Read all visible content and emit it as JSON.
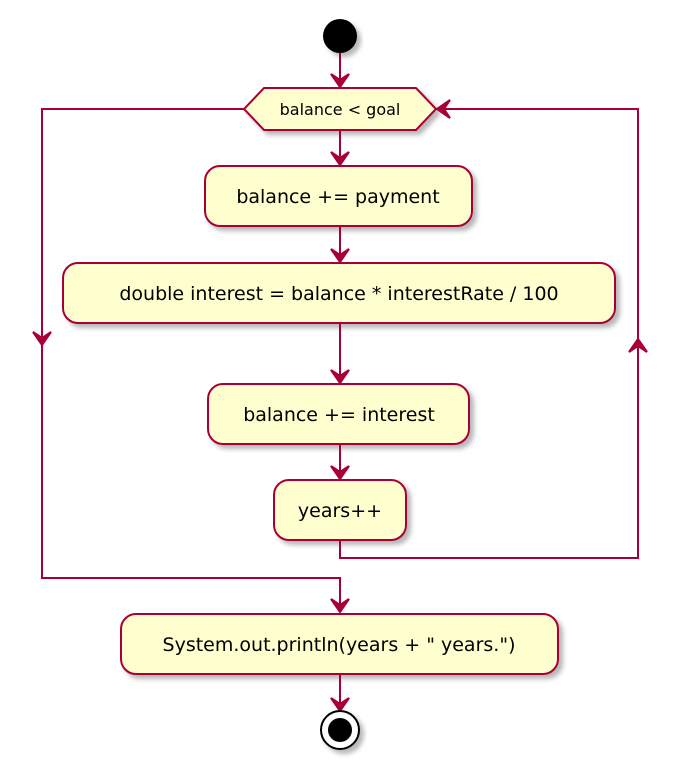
{
  "diagram": {
    "loop_condition": "balance < goal",
    "actions": {
      "add_payment": "balance += payment",
      "compute_interest": "double interest = balance * interestRate / 100",
      "add_interest": "balance += interest",
      "increment_years": "years++",
      "print_result": "System.out.println(years + \" years.\")"
    }
  },
  "colors": {
    "node_fill": "#fefece",
    "node_border": "#a80036",
    "arrow": "#a80036",
    "shadow": "#c8c8c8",
    "start_end": "#000000"
  }
}
